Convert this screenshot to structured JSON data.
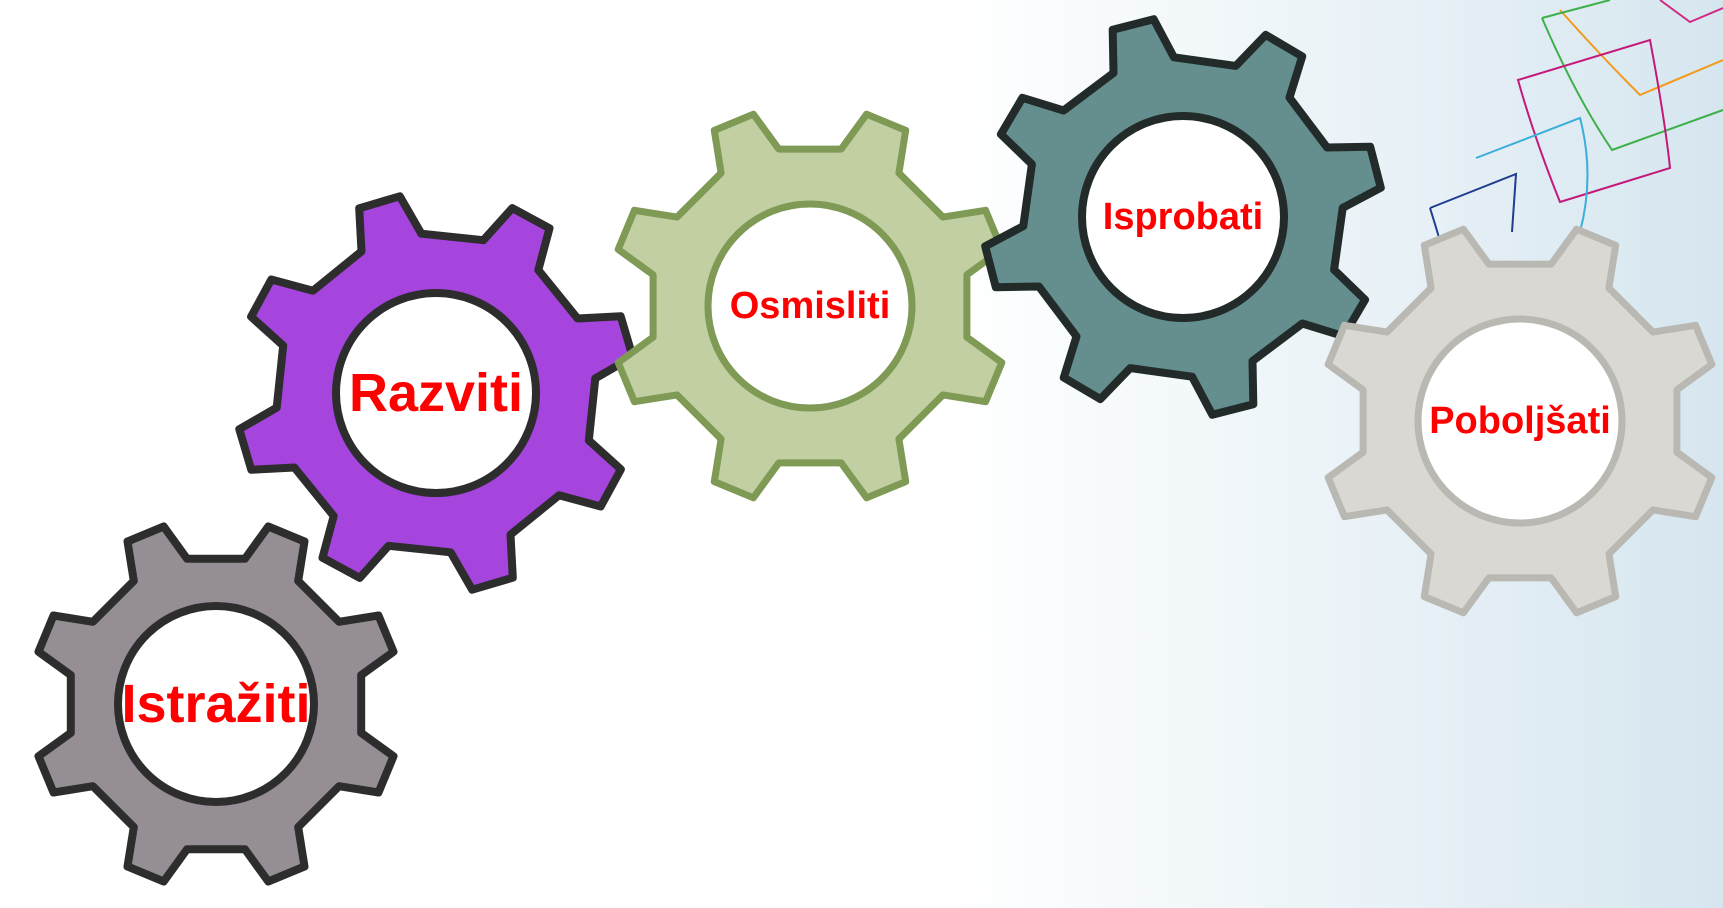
{
  "diagram": {
    "label_color": "#ff0000",
    "gears": [
      {
        "id": "istraziti",
        "label": "Istražiti",
        "fill": "#958f95",
        "stroke": "#2d2d2d"
      },
      {
        "id": "razviti",
        "label": "Razviti",
        "fill": "#a545dd",
        "stroke": "#2d2d2d"
      },
      {
        "id": "osmisliti",
        "label": "Osmisliti",
        "fill": "#c2cfa3",
        "stroke": "#7e9a54"
      },
      {
        "id": "isprobati",
        "label": "Isprobati",
        "fill": "#648f8e",
        "stroke": "#222b2a"
      },
      {
        "id": "poboljsati",
        "label": "Poboljšati",
        "fill": "#d9d8d3",
        "stroke": "#b9b8b3"
      }
    ],
    "decoration": {
      "name": "corner-ribbons",
      "colors": [
        "#d12a84",
        "#f39a1c",
        "#3eb04a",
        "#c4197a",
        "#3aaedb",
        "#1e3d8f"
      ]
    }
  }
}
